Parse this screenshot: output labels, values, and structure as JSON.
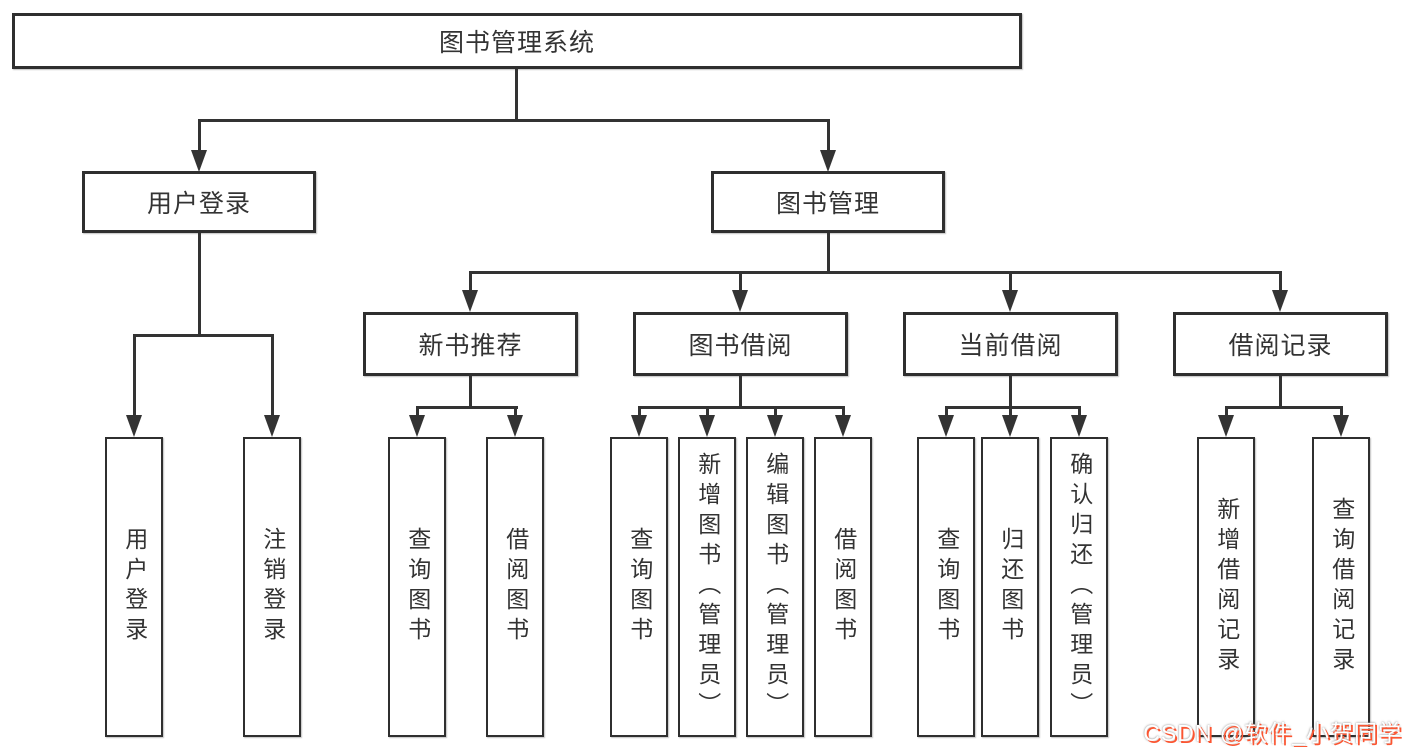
{
  "diagram": {
    "root": {
      "label": "图书管理系统"
    },
    "level2": [
      {
        "label": "用户登录"
      },
      {
        "label": "图书管理"
      }
    ],
    "level3": [
      {
        "label": "新书推荐"
      },
      {
        "label": "图书借阅"
      },
      {
        "label": "当前借阅"
      },
      {
        "label": "借阅记录"
      }
    ],
    "leaves": {
      "user_login": [
        {
          "label": "用户登录"
        },
        {
          "label": "注销登录"
        }
      ],
      "new_book": [
        {
          "label": "查询图书"
        },
        {
          "label": "借阅图书"
        }
      ],
      "book_borrow": [
        {
          "label": "查询图书"
        },
        {
          "label": "新增图书（管理员）"
        },
        {
          "label": "编辑图书（管理员）"
        },
        {
          "label": "借阅图书"
        }
      ],
      "current_borrow": [
        {
          "label": "查询图书"
        },
        {
          "label": "归还图书"
        },
        {
          "label": "确认归还（管理员）"
        }
      ],
      "borrow_records": [
        {
          "label": "新增借阅记录"
        },
        {
          "label": "查询借阅记录"
        }
      ]
    },
    "watermark": "CSDN @软件_小贺同学",
    "colors": {
      "line": "#333333",
      "box_border": "#2f2f2f",
      "box_fill": "#ffffff",
      "text": "#333333",
      "watermark_text": "#ffffff",
      "watermark_shadow": "#fc5531"
    }
  }
}
